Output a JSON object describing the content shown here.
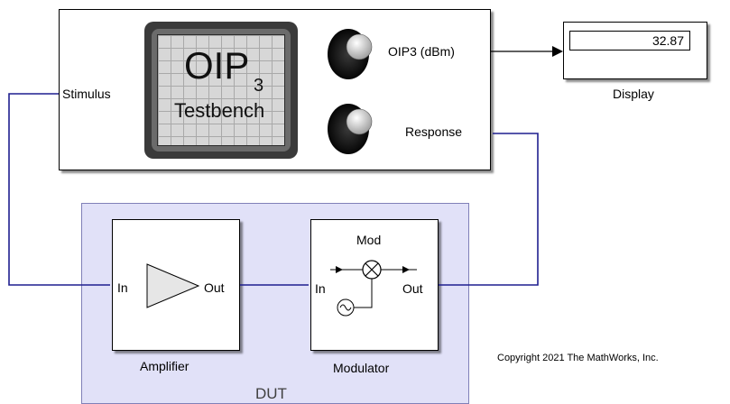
{
  "testbench": {
    "title_main": "OIP",
    "title_subscript": "3",
    "title_bench": "Testbench",
    "port_stimulus": "Stimulus",
    "port_oip3": "OIP3 (dBm)",
    "port_response": "Response"
  },
  "display": {
    "value": "32.87",
    "label": "Display"
  },
  "dut": {
    "label": "DUT",
    "amplifier": {
      "label": "Amplifier",
      "in": "In",
      "out": "Out"
    },
    "modulator": {
      "label": "Modulator",
      "title": "Mod",
      "in": "In",
      "out": "Out"
    }
  },
  "copyright": "Copyright 2021 The MathWorks, Inc.",
  "colors": {
    "signal_line": "#1f1f8f",
    "dut_background": "#e1e1f8",
    "knob": "#111111"
  }
}
